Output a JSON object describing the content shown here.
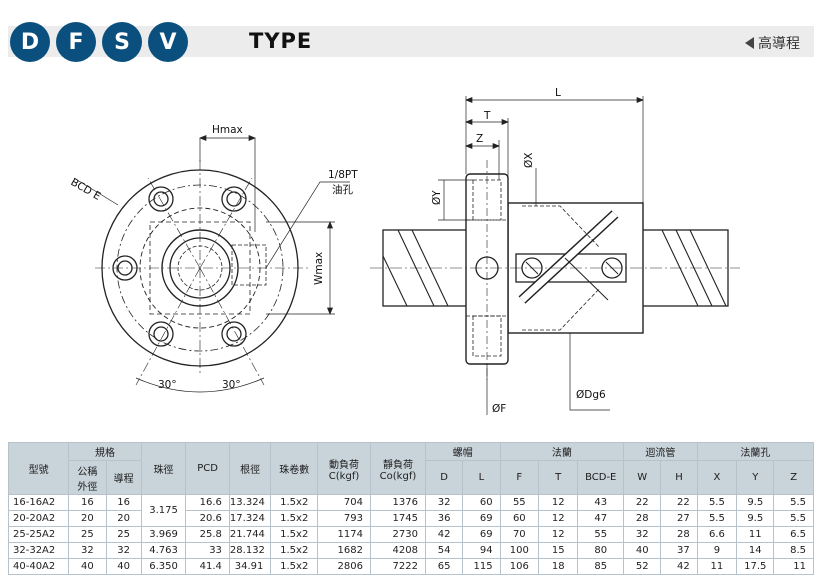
{
  "header": {
    "badges": [
      "D",
      "F",
      "S",
      "V"
    ],
    "title": "TYPE",
    "lead_tag": "高導程"
  },
  "drawing": {
    "front": {
      "hmax": "Hmax",
      "bcd": "BCD E",
      "pt": "1/8PT",
      "oil": "油孔",
      "wmax": "Wmax",
      "angle_left": "30°",
      "angle_right": "30°"
    },
    "side": {
      "L": "L",
      "T": "T",
      "Z": "Z",
      "X": "ØX",
      "Y": "ØY",
      "F": "ØF",
      "Dg6": "ØDg6"
    }
  },
  "table": {
    "headers": {
      "model": "型號",
      "spec": "規格",
      "nominal": "公稱外徑",
      "nominal_l1": "公稱",
      "nominal_l2": "外徑",
      "lead": "導程",
      "ball": "珠徑",
      "pcd": "PCD",
      "root": "根徑",
      "turns": "珠卷數",
      "dyn_l1": "動負荷",
      "dyn_l2": "C(kgf)",
      "sta_l1": "靜負荷",
      "sta_l2": "Co(kgf)",
      "nut": "螺帽",
      "flange": "法蘭",
      "return": "迴流管",
      "flange_hole": "法蘭孔",
      "D": "D",
      "L": "L",
      "F": "F",
      "T": "T",
      "BCDE": "BCD-E",
      "W": "W",
      "H": "H",
      "X": "X",
      "Y": "Y",
      "Z": "Z"
    },
    "rows": [
      {
        "model": "16-16A2",
        "nominal": "16",
        "lead": "16",
        "pcd": "16.6",
        "root": "13.324",
        "turns": "1.5x2",
        "c": "704",
        "co": "1376",
        "d": "32",
        "l": "60",
        "f": "55",
        "t": "12",
        "bcd": "43",
        "w": "22",
        "h": "22",
        "x": "5.5",
        "y": "9.5",
        "z": "5.5"
      },
      {
        "model": "20-20A2",
        "nominal": "20",
        "lead": "20",
        "pcd": "20.6",
        "root": "17.324",
        "turns": "1.5x2",
        "c": "793",
        "co": "1745",
        "d": "36",
        "l": "69",
        "f": "60",
        "t": "12",
        "bcd": "47",
        "w": "28",
        "h": "27",
        "x": "5.5",
        "y": "9.5",
        "z": "5.5"
      },
      {
        "model": "25-25A2",
        "nominal": "25",
        "lead": "25",
        "ball": "3.969",
        "pcd": "25.8",
        "root": "21.744",
        "turns": "1.5x2",
        "c": "1174",
        "co": "2730",
        "d": "42",
        "l": "69",
        "f": "70",
        "t": "12",
        "bcd": "55",
        "w": "32",
        "h": "28",
        "x": "6.6",
        "y": "11",
        "z": "6.5"
      },
      {
        "model": "32-32A2",
        "nominal": "32",
        "lead": "32",
        "ball": "4.763",
        "pcd": "33",
        "root": "28.132",
        "turns": "1.5x2",
        "c": "1682",
        "co": "4208",
        "d": "54",
        "l": "94",
        "f": "100",
        "t": "15",
        "bcd": "80",
        "w": "40",
        "h": "37",
        "x": "9",
        "y": "14",
        "z": "8.5"
      },
      {
        "model": "40-40A2",
        "nominal": "40",
        "lead": "40",
        "ball": "6.350",
        "pcd": "41.4",
        "root": "34.91",
        "turns": "1.5x2",
        "c": "2806",
        "co": "7222",
        "d": "65",
        "l": "115",
        "f": "106",
        "t": "18",
        "bcd": "85",
        "w": "52",
        "h": "42",
        "x": "11",
        "y": "17.5",
        "z": "11"
      }
    ],
    "ball_shared": "3.175"
  }
}
